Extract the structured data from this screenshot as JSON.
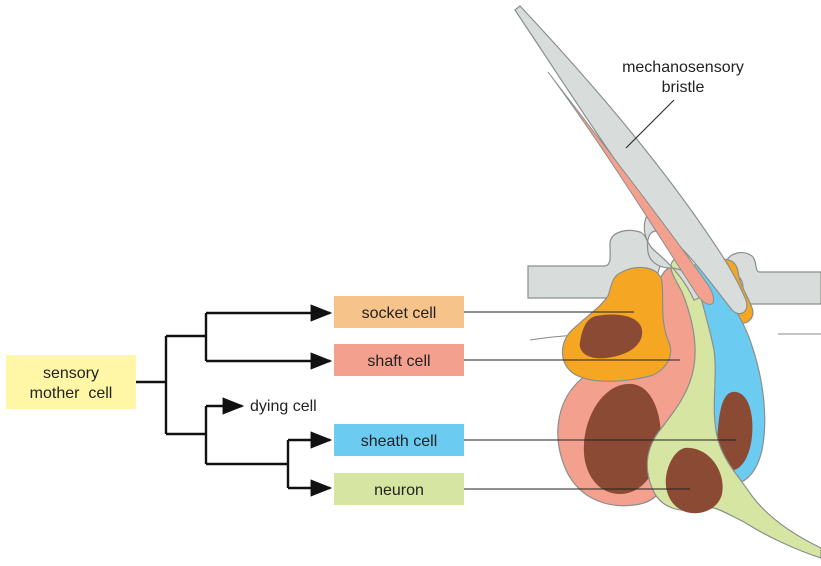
{
  "lineage": {
    "mother_line1": "sensory",
    "mother_line2": "mother  cell",
    "dying": "dying cell",
    "socket": "socket cell",
    "shaft": "shaft cell",
    "sheath": "sheath cell",
    "neuron": "neuron"
  },
  "bristle": {
    "label_line1": "mechanosensory",
    "label_line2": "bristle"
  },
  "colors": {
    "mother": "#fff7a6",
    "socket": "#f6c38a",
    "shaft": "#f4a08e",
    "sheath": "#6ccbf0",
    "neuron": "#d6e5a2",
    "cuticle": "#d8dcda",
    "nucleus": "#8b4a33"
  }
}
